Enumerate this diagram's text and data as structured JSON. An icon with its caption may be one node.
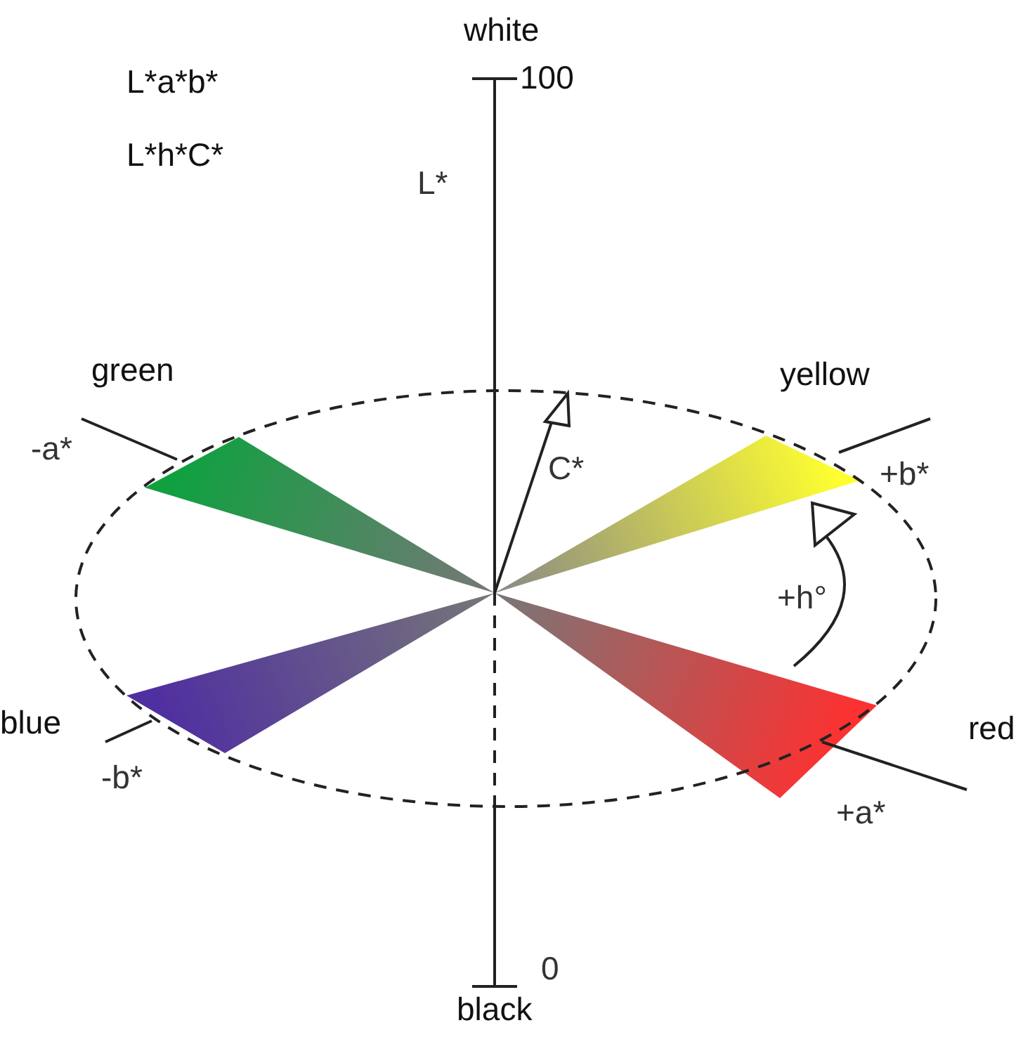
{
  "diagram": {
    "labels": [
      "white",
      "L*a*b*",
      "100",
      "L*h*C*",
      "L*",
      "green",
      "yellow",
      "-a*",
      "C*",
      "+b*",
      "+h°",
      "blue",
      "red",
      "-b*",
      "+a*",
      "0",
      "black"
    ]
  }
}
